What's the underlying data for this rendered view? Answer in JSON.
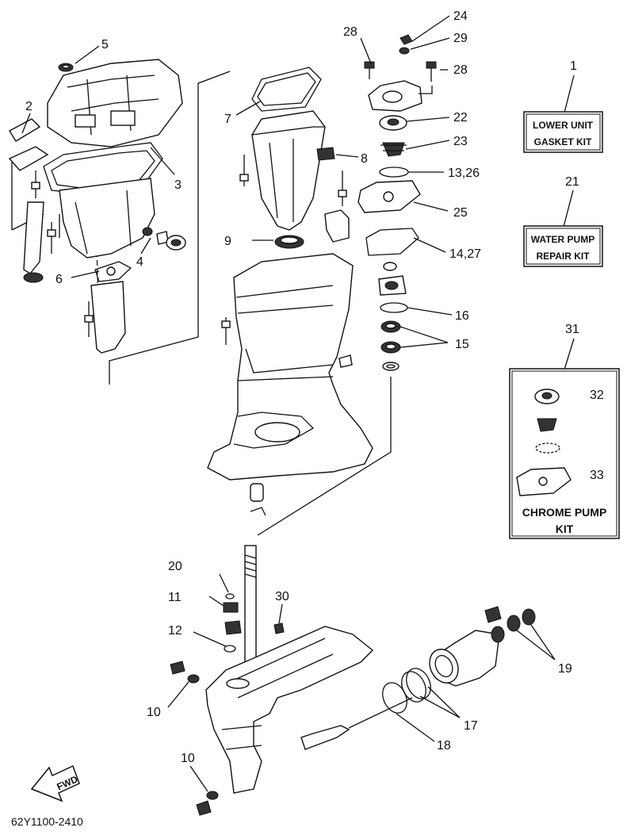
{
  "diagram": {
    "code": "62Y1100-2410",
    "fwd_label": "FWD",
    "callouts": {
      "c1": "1",
      "c2": "2",
      "c3": "3",
      "c4": "4",
      "c5": "5",
      "c6": "6",
      "c7": "7",
      "c8": "8",
      "c9": "9",
      "c10a": "10",
      "c10b": "10",
      "c11": "11",
      "c12": "12",
      "c1326": "13,26",
      "c1427": "14,27",
      "c15": "15",
      "c16": "16",
      "c17": "17",
      "c18": "18",
      "c19": "19",
      "c20": "20",
      "c21": "21",
      "c22": "22",
      "c23": "23",
      "c24": "24",
      "c25": "25",
      "c28a": "28",
      "c28b": "28",
      "c29": "29",
      "c30": "30",
      "c31": "31",
      "c32": "32",
      "c33": "33"
    },
    "kits": {
      "gasket_line1": "LOWER UNIT",
      "gasket_line2": "GASKET KIT",
      "water_line1": "WATER PUMP",
      "water_line2": "REPAIR KIT",
      "chrome_line1": "CHROME PUMP",
      "chrome_line2": "KIT"
    }
  }
}
